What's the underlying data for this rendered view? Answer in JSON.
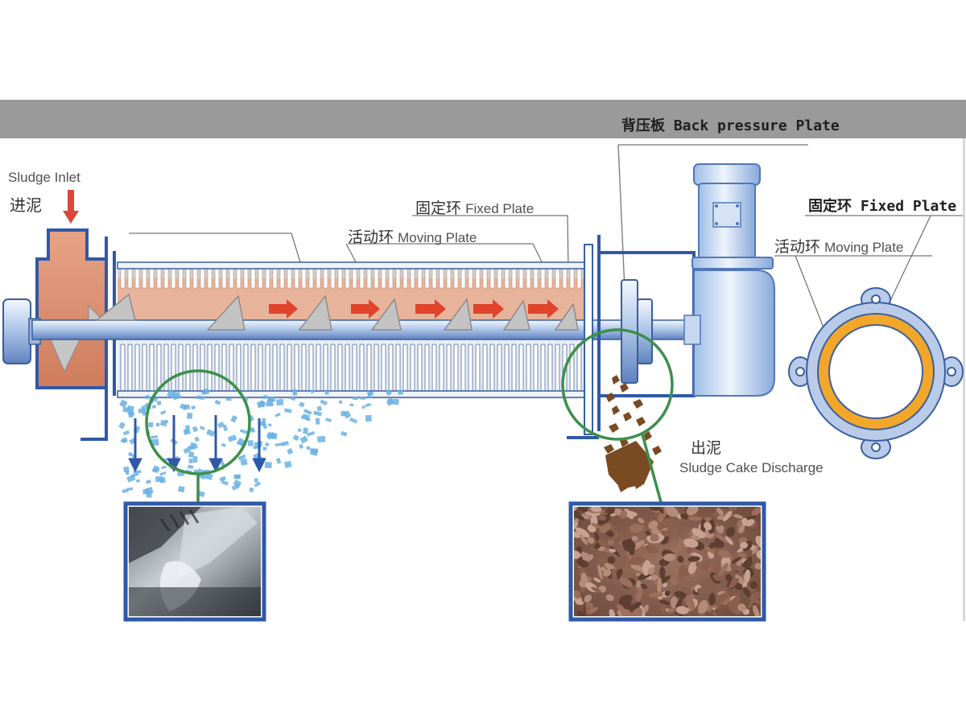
{
  "labels": {
    "sludge_inlet_en": "Sludge Inlet",
    "sludge_inlet_cn": "进泥",
    "fixed_plate_cn": "固定环",
    "fixed_plate_en": "Fixed Plate",
    "moving_plate_cn": "活动环",
    "moving_plate_en": "Moving Plate",
    "back_pressure_cn": "背压板",
    "back_pressure_en": "Back pressure Plate",
    "ring_fixed_cn": "固定环",
    "ring_fixed_en": "Fixed Plate",
    "ring_moving_cn": "活动环",
    "ring_moving_en": "Moving Plate",
    "discharge_cn": "出泥",
    "discharge_en": "Sludge Cake Discharge"
  },
  "colors": {
    "header_bar": "#9a9a9a",
    "frame_blue": "#2f59a8",
    "sludge_fill": "#d98b70",
    "ring_orange": "#f2a72b",
    "arrow_red": "#e0442a",
    "water_blue": "#6ab2e4",
    "cake_brown": "#7a4a22",
    "circle_green": "#3d8f4a",
    "motor_blue": "#b8d0ee"
  }
}
